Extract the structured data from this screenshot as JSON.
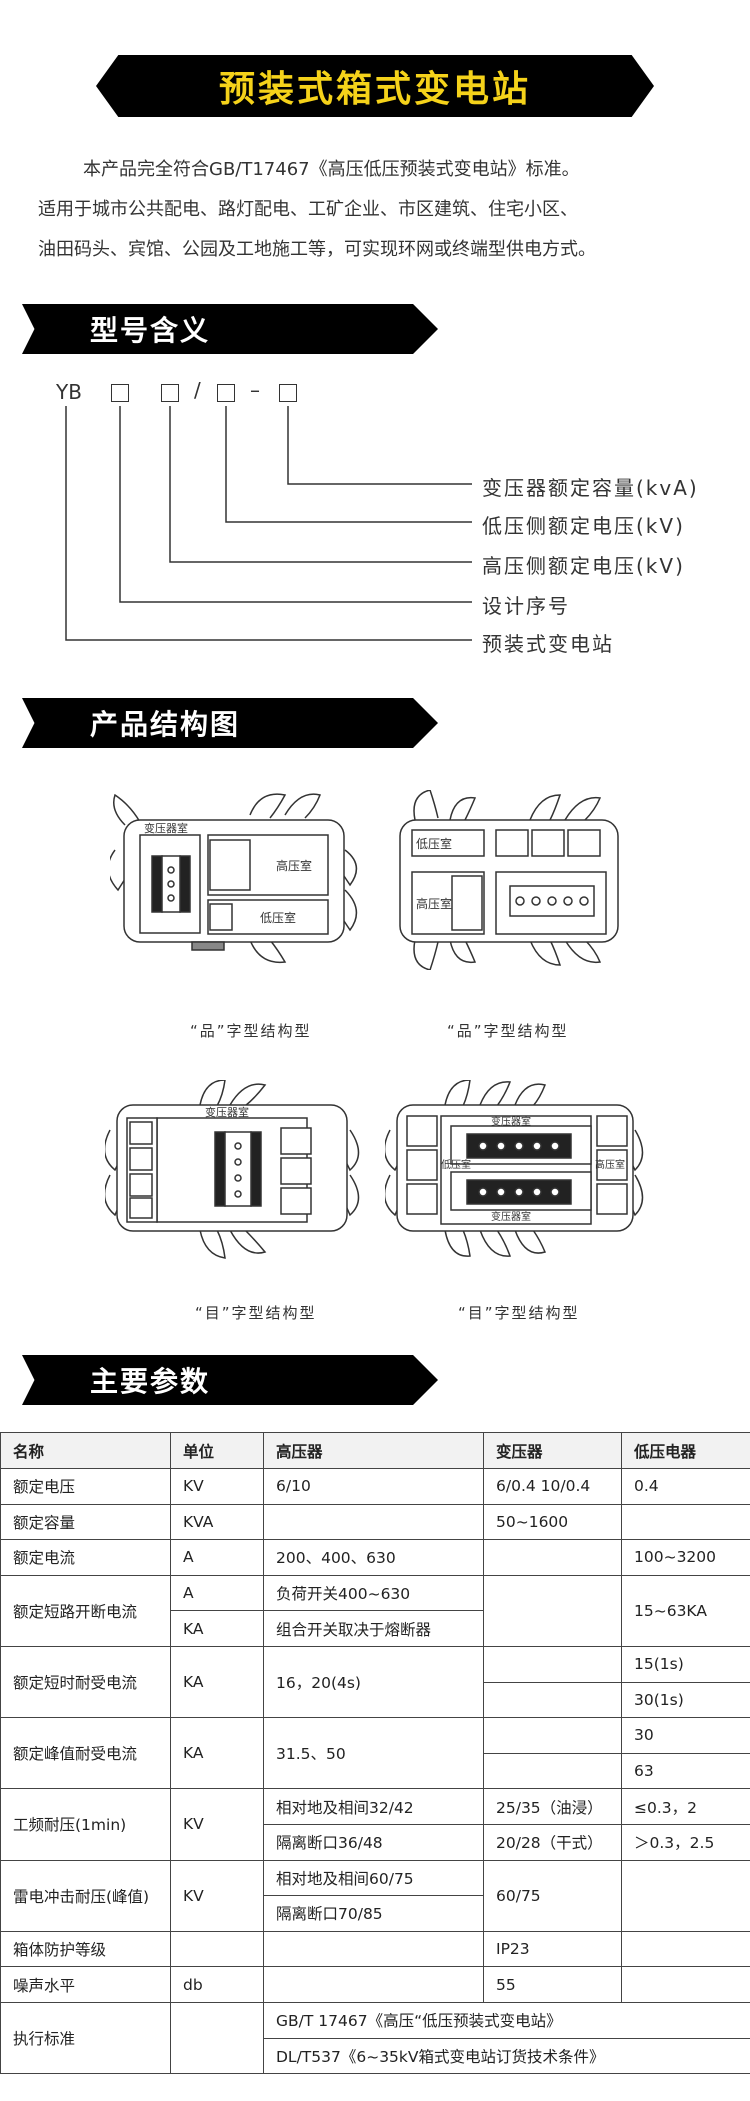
{
  "title": "预装式箱式变电站",
  "intro": [
    "本产品完全符合GB/T17467《高压低压预装式变电站》标准。",
    "适用于城市公共配电、路灯配电、工矿企业、市区建筑、住宅小区、",
    "油田码头、宾馆、公园及工地施工等，可实现环网或终端型供电方式。"
  ],
  "model_section": {
    "heading": "型号含义",
    "prefix": "YB",
    "separators": [
      "/",
      "–"
    ],
    "meanings": [
      "变压器额定容量(kvA)",
      "低压侧额定电压(kV)",
      "高压侧额定电压(kV)",
      "设计序号",
      "预装式变电站"
    ]
  },
  "structure_section": {
    "heading": "产品结构图",
    "diagrams": [
      {
        "caption": "“品”字型结构型",
        "labels": [
          "变压器室",
          "高压室",
          "低压室"
        ]
      },
      {
        "caption": "“品”字型结构型",
        "labels": [
          "低压室",
          "高压室"
        ]
      },
      {
        "caption": "“目”字型结构型",
        "labels": [
          "变压器室"
        ]
      },
      {
        "caption": "“目”字型结构型",
        "labels": [
          "变压器室",
          "低压室",
          "高压室",
          "变压器室"
        ]
      }
    ]
  },
  "params_section": {
    "heading": "主要参数",
    "headers": [
      "名称",
      "单位",
      "高压器",
      "变压器",
      "低压电器"
    ],
    "rows": {
      "rated_voltage": [
        "额定电压",
        "KV",
        "6/10",
        "6/0.4 10/0.4",
        "0.4"
      ],
      "rated_capacity": [
        "额定容量",
        "KVA",
        "",
        "50~1600",
        ""
      ],
      "rated_current": [
        "额定电流",
        "A",
        "200、400、630",
        "",
        "100~3200"
      ],
      "short_break": {
        "name": "额定短路开断电流",
        "units": [
          "A",
          "KA"
        ],
        "hv": [
          "负荷开关400~630",
          "组合开关取决于熔断器"
        ],
        "lv": "15~63KA"
      },
      "short_withstand": {
        "name": "额定短时耐受电流",
        "unit": "KA",
        "hv": "16，20(4s)",
        "lv": [
          "15(1s)",
          "30(1s)"
        ]
      },
      "peak_withstand": {
        "name": "额定峰值耐受电流",
        "unit": "KA",
        "hv": "31.5、50",
        "lv": [
          "30",
          "63"
        ]
      },
      "power_freq": {
        "name": "工频耐压(1min)",
        "unit": "KV",
        "hv": [
          "相对地及相间32/42",
          "隔离断口36/48"
        ],
        "tr": [
          "25/35（油浸）",
          "20/28（干式）"
        ],
        "lv": [
          "≤0.3，2",
          "＞0.3，2.5"
        ]
      },
      "impulse": {
        "name": "雷电冲击耐压(峰值)",
        "unit": "KV",
        "hv": [
          "相对地及相间60/75",
          "隔离断口70/85"
        ],
        "tr": "60/75"
      },
      "protection": [
        "箱体防护等级",
        "",
        "",
        "IP23",
        ""
      ],
      "noise": [
        "噪声水平",
        "db",
        "",
        "55",
        ""
      ],
      "standard": {
        "name": "执行标准",
        "values": [
          "GB/T 17467《高压“低压预装式变电站》",
          "DL/T537《6~35kV箱式变电站订货技术条件》"
        ]
      }
    }
  }
}
